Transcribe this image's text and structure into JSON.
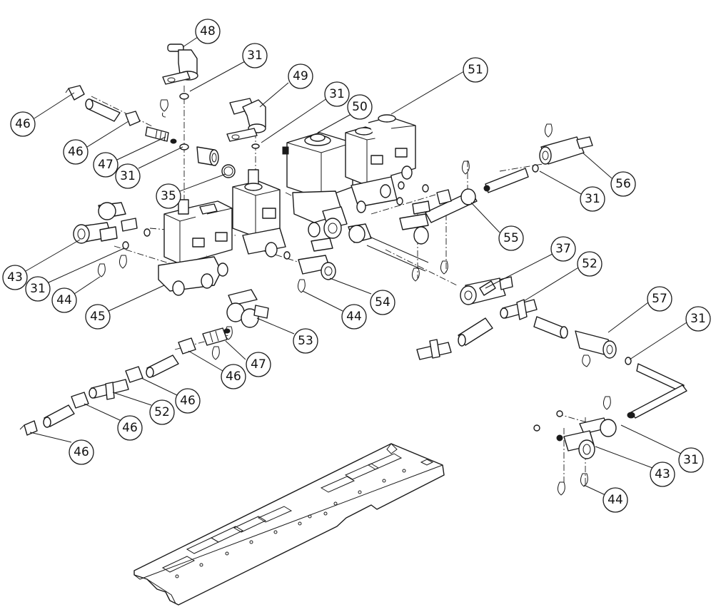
{
  "diagram": {
    "callouts": [
      {
        "id": "c48a",
        "label": "48"
      },
      {
        "id": "c31a",
        "label": "31"
      },
      {
        "id": "c49a",
        "label": "49"
      },
      {
        "id": "c31b",
        "label": "31"
      },
      {
        "id": "c50a",
        "label": "50"
      },
      {
        "id": "c51a",
        "label": "51"
      },
      {
        "id": "c46a",
        "label": "46"
      },
      {
        "id": "c46b",
        "label": "46"
      },
      {
        "id": "c47a",
        "label": "47"
      },
      {
        "id": "c31c",
        "label": "31"
      },
      {
        "id": "c35a",
        "label": "35"
      },
      {
        "id": "c56a",
        "label": "56"
      },
      {
        "id": "c31d",
        "label": "31"
      },
      {
        "id": "c55a",
        "label": "55"
      },
      {
        "id": "c43a",
        "label": "43"
      },
      {
        "id": "c31e",
        "label": "31"
      },
      {
        "id": "c44a",
        "label": "44"
      },
      {
        "id": "c45a",
        "label": "45"
      },
      {
        "id": "c37a",
        "label": "37"
      },
      {
        "id": "c52a",
        "label": "52"
      },
      {
        "id": "c44b",
        "label": "44"
      },
      {
        "id": "c54a",
        "label": "54"
      },
      {
        "id": "c57a",
        "label": "57"
      },
      {
        "id": "c31f",
        "label": "31"
      },
      {
        "id": "c53a",
        "label": "53"
      },
      {
        "id": "c47b",
        "label": "47"
      },
      {
        "id": "c46c",
        "label": "46"
      },
      {
        "id": "c46d",
        "label": "46"
      },
      {
        "id": "c52b",
        "label": "52"
      },
      {
        "id": "c46e",
        "label": "46"
      },
      {
        "id": "c46f",
        "label": "46"
      },
      {
        "id": "c31g",
        "label": "31"
      },
      {
        "id": "c43b",
        "label": "43"
      },
      {
        "id": "c44c",
        "label": "44"
      }
    ]
  }
}
